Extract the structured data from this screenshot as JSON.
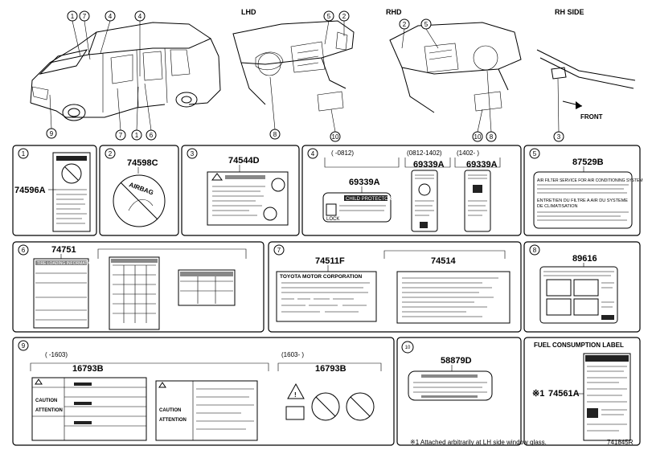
{
  "headers": {
    "lhd": "LHD",
    "rhd": "RHD",
    "rh_side": "RH SIDE",
    "front": "FRONT"
  },
  "callouts": {
    "c1": "1",
    "c2": "2",
    "c3": "3",
    "c4": "4",
    "c5": "5",
    "c6": "6",
    "c7": "7",
    "c8": "8",
    "c9": "9",
    "c10": "10"
  },
  "panels": {
    "p1": {
      "num": "1",
      "part": "74596A"
    },
    "p2": {
      "num": "2",
      "part": "74598C",
      "label_text": "AIRBAG"
    },
    "p3": {
      "num": "3",
      "part": "74544D"
    },
    "p4": {
      "num": "4",
      "ranges": [
        "(    -0812)",
        "(0812-1402)",
        "(1402-    )"
      ],
      "parts": [
        "69339A",
        "69339A",
        "69339A"
      ],
      "child_protector": "CHILD PROTECTOR",
      "lock": "LOCK"
    },
    "p5": {
      "num": "5",
      "part": "87529B",
      "line1": "AIR FILTER SERVICE FOR AIR CONDITIONING SYSTEM",
      "line2": "ENTRETIEN DU FILTRE A AIR DU SYSTEME",
      "line3": "DE CLIMATISATION"
    },
    "p6": {
      "num": "6",
      "part": "74751",
      "tire_head": "TIRE LOADING INFORMATION"
    },
    "p7": {
      "num": "7",
      "part_a": "74511F",
      "part_b": "74514",
      "company": "TOYOTA MOTOR CORPORATION"
    },
    "p8": {
      "num": "8",
      "part": "89616"
    },
    "p9": {
      "num": "9",
      "range_a": "(    -1603)",
      "range_b": "(1603-    )",
      "part_a": "16793B",
      "part_b": "16793B",
      "caution": "CAUTION",
      "attention": "ATTENTION"
    },
    "p10": {
      "num": "10",
      "part": "58879D"
    },
    "fuel": {
      "title": "FUEL CONSUMPTION LABEL",
      "note_mark": "※1",
      "part": "74561A"
    }
  },
  "footer": {
    "note": "※1  Attached arbitrarily at LH side window glass.",
    "diagram_id": "741845R"
  }
}
